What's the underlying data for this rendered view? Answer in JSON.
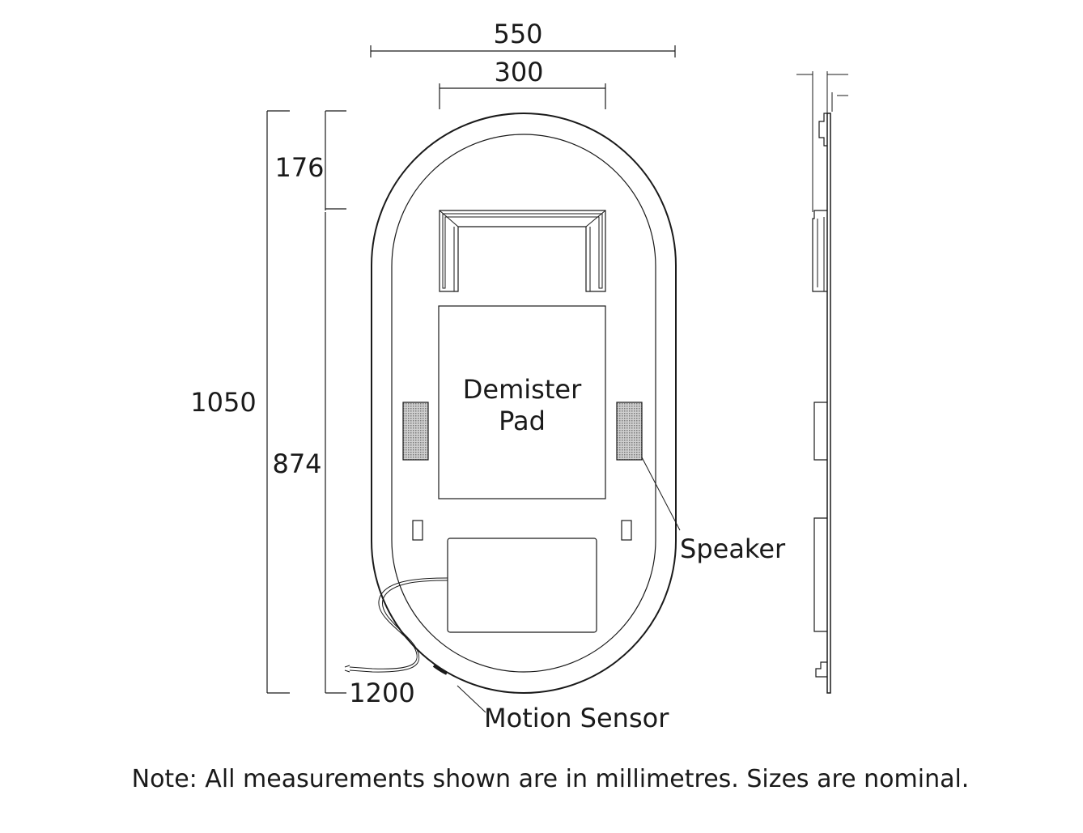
{
  "dimensions": {
    "width_total": "550",
    "width_inner": "300",
    "height_total": "1050",
    "height_top": "176",
    "height_lower": "874",
    "cable_length": "1200"
  },
  "labels": {
    "demister_line1": "Demister",
    "demister_line2": "Pad",
    "speaker": "Speaker",
    "motion_sensor": "Motion Sensor"
  },
  "note": "Note: All measurements shown are in millimetres. Sizes are nominal.",
  "colors": {
    "line": "#1a1a1a",
    "background": "#ffffff",
    "speaker_fill": "#9a9a9a"
  }
}
